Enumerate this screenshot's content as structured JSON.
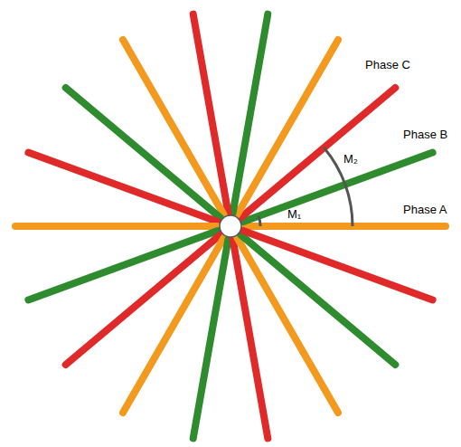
{
  "diagram": {
    "labels": [
      "Phase C",
      "Phase B",
      "Phase A",
      "M₁",
      "M₂"
    ]
  }
}
